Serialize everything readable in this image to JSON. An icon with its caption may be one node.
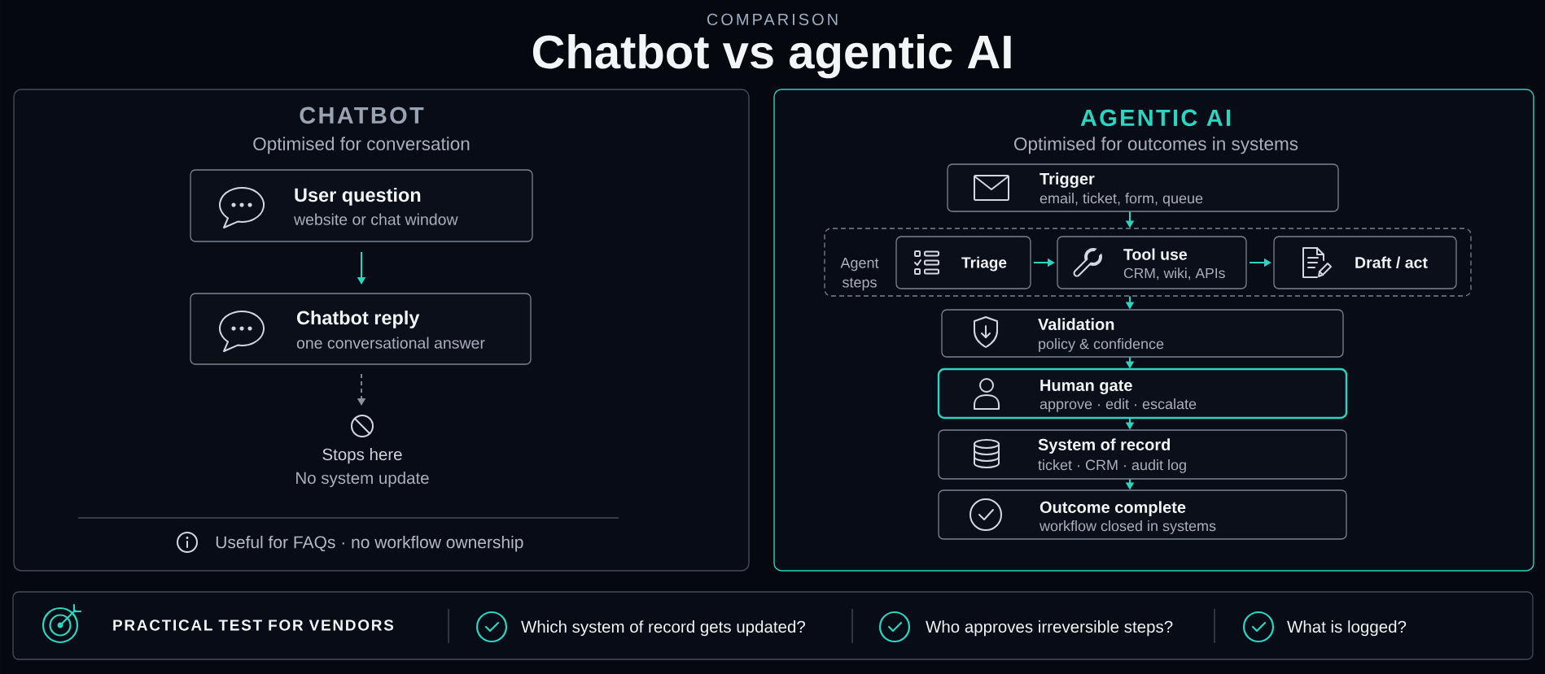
{
  "diagram": {
    "title": "Chatbot vs agentic AI",
    "nodes": [
      {
        "text": [
          "CHATBOT",
          "Optimised for conversation"
        ]
      },
      {
        "text": [
          "User question",
          "website or chat window"
        ],
        "in": 0
      },
      {
        "text": [
          "Chatbot reply",
          "one conversational answer"
        ],
        "in": 0
      },
      {
        "text": [
          "Stops here",
          "No system update"
        ],
        "in": 0
      },
      {
        "text": [
          "AGENTIC AI",
          "Optimised for outcomes in systems"
        ]
      },
      {
        "text": [
          "Trigger",
          "email, ticket, form, queue"
        ],
        "in": 4
      },
      {
        "text": [
          "Agent steps"
        ],
        "in": 4
      },
      {
        "text": [
          "Triage"
        ],
        "in": 6
      },
      {
        "text": [
          "Tool use",
          "CRM, wiki, APIs"
        ],
        "in": 6
      },
      {
        "text": [
          "Draft / act"
        ],
        "in": 6
      },
      {
        "text": [
          "Validation",
          "policy & confidence"
        ],
        "in": 4
      },
      {
        "text": [
          "Human gate",
          "approve · edit · escalate"
        ],
        "in": 4
      },
      {
        "text": [
          "System of record",
          "ticket · CRM · audit log"
        ],
        "in": 4
      },
      {
        "text": [
          "Outcome complete",
          "workflow closed in systems"
        ],
        "in": 4
      },
      {
        "text": [
          "PRACTICAL TEST FOR VENDORS",
          "Which system of record gets updated?",
          "Who approves irreversible steps?",
          "What is logged?"
        ]
      }
    ],
    "edges": [
      {
        "from": 1,
        "to": 2,
        "arrow": "to"
      },
      {
        "from": 2,
        "to": 3,
        "arrow": "to",
        "style": "dashed",
        "color": "#8b93a3"
      },
      {
        "from": 5,
        "to": 6,
        "arrow": "to"
      },
      {
        "from": 7,
        "to": 8,
        "arrow": "to"
      },
      {
        "from": 8,
        "to": 9,
        "arrow": "to"
      },
      {
        "from": 6,
        "to": 10,
        "arrow": "to"
      },
      {
        "from": 10,
        "to": 11,
        "arrow": "to"
      },
      {
        "from": 11,
        "to": 12,
        "arrow": "to"
      },
      {
        "from": 12,
        "to": 13,
        "arrow": "to"
      }
    ],
    "labels": [
      "COMPARISON",
      "Useful for FAQs · no workflow ownership"
    ]
  }
}
